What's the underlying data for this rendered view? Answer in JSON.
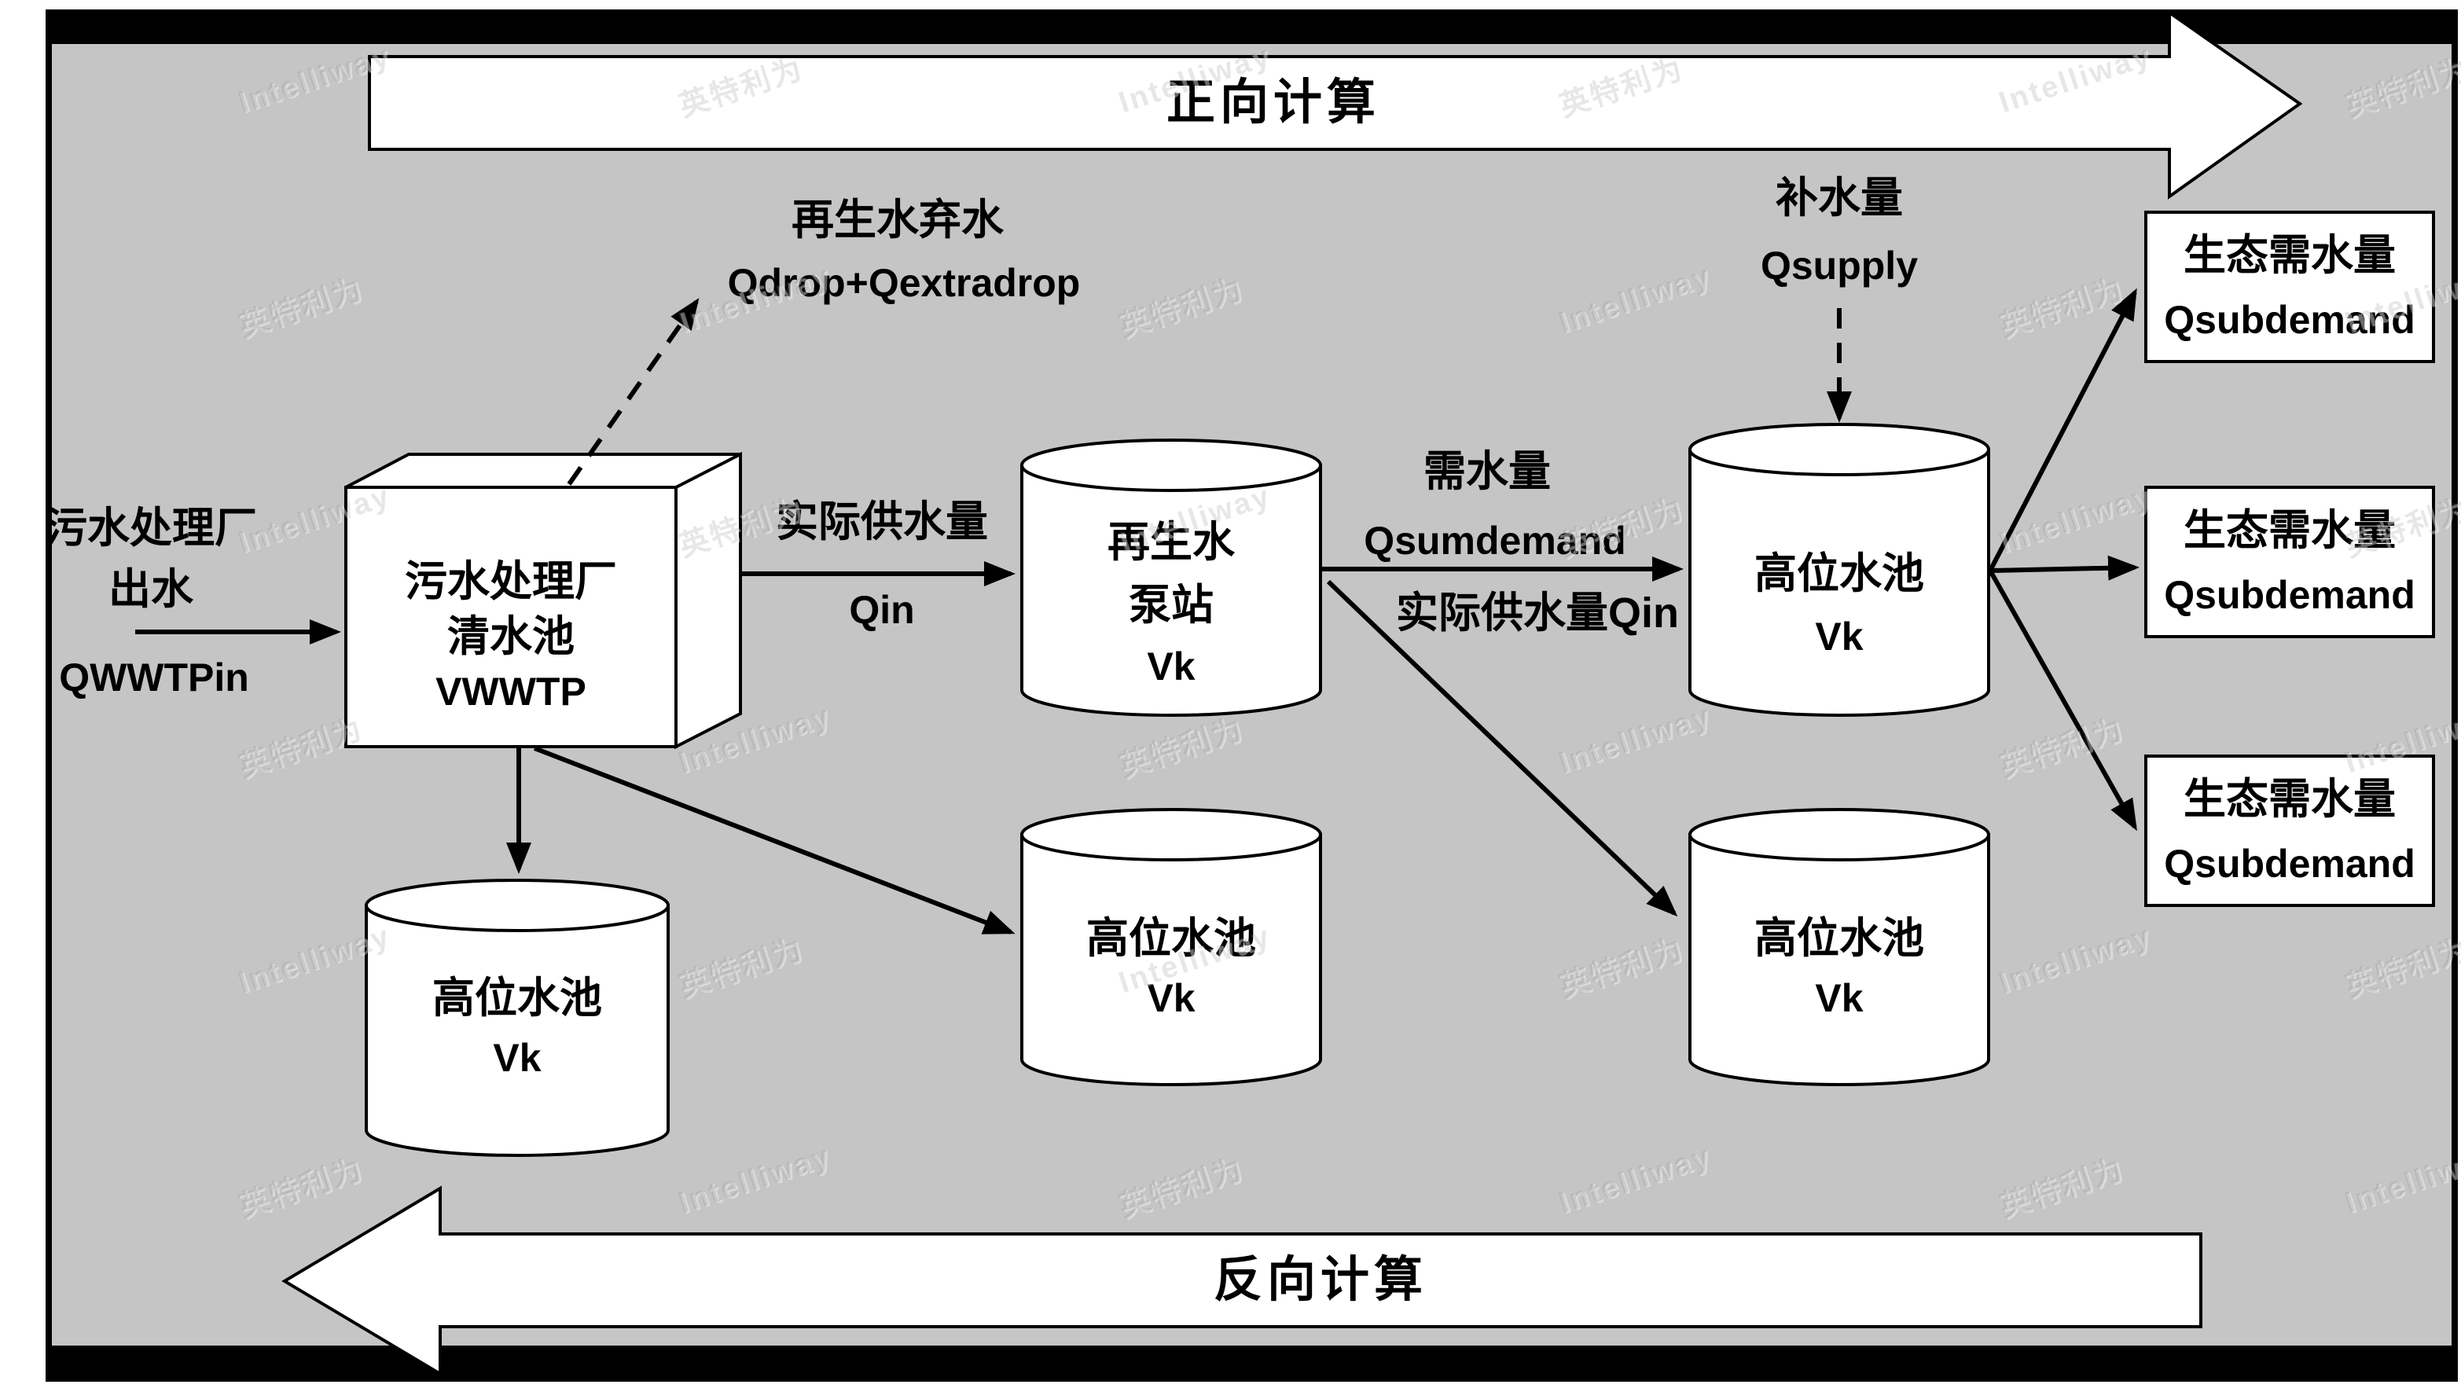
{
  "colors": {
    "background": "#c5c5c5",
    "frame": "#000000",
    "shape_fill": "#ffffff",
    "stroke": "#000000"
  },
  "banners": {
    "forward": "正向计算",
    "backward": "反向计算"
  },
  "watermark": {
    "latin": "Intelliway",
    "cjk": "英特利为"
  },
  "inflow": {
    "line1": "污水处理厂",
    "line2": "出水",
    "code": "QWWTPin"
  },
  "wwtp": {
    "line1": "污水处理厂",
    "line2": "清水池",
    "code": "VWWTP"
  },
  "drop": {
    "line1": "再生水弃水",
    "line2": "Qdrop+Qextradrop"
  },
  "actual_supply": {
    "line1": "实际供水量",
    "line2": "Qin"
  },
  "pump": {
    "line1": "再生水",
    "line2": "泵站",
    "code": "Vk"
  },
  "demand": {
    "line1": "需水量",
    "line2": "Qsumdemand",
    "line3": "实际供水量Qin"
  },
  "replenish": {
    "line1": "补水量",
    "line2": "Qsupply"
  },
  "upper_tank": {
    "label": "高位水池",
    "code": "Vk"
  },
  "lower_tank_left": {
    "label": "高位水池",
    "code": "Vk"
  },
  "lower_tank_mid": {
    "label": "高位水池",
    "code": "Vk"
  },
  "lower_tank_right": {
    "label": "高位水池",
    "code": "Vk"
  },
  "eco_boxes": [
    {
      "label": "生态需水量",
      "code": "Qsubdemand"
    },
    {
      "label": "生态需水量",
      "code": "Qsubdemand"
    },
    {
      "label": "生态需水量",
      "code": "Qsubdemand"
    }
  ]
}
